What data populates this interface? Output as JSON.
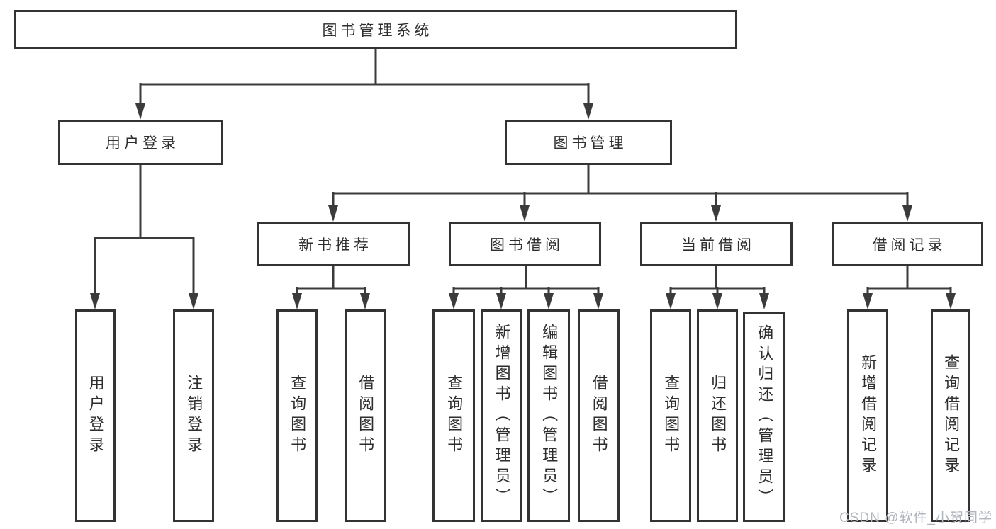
{
  "diagram": {
    "root": {
      "label": "图书管理系统",
      "children": [
        {
          "label": "用户登录",
          "children": [
            {
              "label": "用户登录"
            },
            {
              "label": "注销登录"
            }
          ]
        },
        {
          "label": "图书管理",
          "children": [
            {
              "label": "新书推荐",
              "children": [
                {
                  "label": "查询图书"
                },
                {
                  "label": "借阅图书"
                }
              ]
            },
            {
              "label": "图书借阅",
              "children": [
                {
                  "label": "查询图书"
                },
                {
                  "label": "新增图书（管理员）"
                },
                {
                  "label": "编辑图书（管理员）"
                },
                {
                  "label": "借阅图书"
                }
              ]
            },
            {
              "label": "当前借阅",
              "children": [
                {
                  "label": "查询图书"
                },
                {
                  "label": "归还图书"
                },
                {
                  "label": "确认归还（管理员）"
                }
              ]
            },
            {
              "label": "借阅记录",
              "children": [
                {
                  "label": "新增借阅记录"
                },
                {
                  "label": "查询借阅记录"
                }
              ]
            }
          ]
        }
      ]
    }
  },
  "watermark": {
    "text": "CSDN @软件_小贺同学",
    "color": "#b0b5bd"
  },
  "colors": {
    "line": "#3b3b3b",
    "box_border": "#333333",
    "text": "#2e2e2e",
    "background": "#ffffff"
  }
}
